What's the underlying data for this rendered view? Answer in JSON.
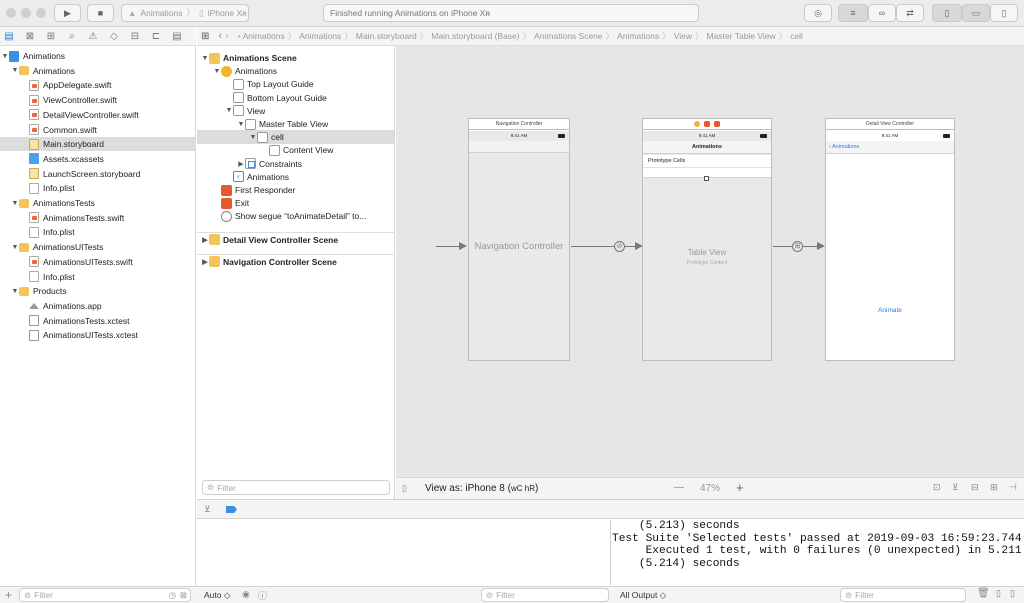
{
  "toolbar": {
    "scheme_target": "Animations",
    "scheme_device": "iPhone Xʀ",
    "status_text": "Finished running Animations on iPhone Xʀ",
    "run_icon": "play-icon",
    "stop_icon": "stop-icon"
  },
  "jumpbar": {
    "items": [
      "Animations",
      "Animations",
      "Main.storyboard",
      "Main.storyboard (Base)",
      "Animations Scene",
      "Animations",
      "View",
      "Master Table View",
      "cell"
    ]
  },
  "navigator": {
    "rows": [
      {
        "label": "Animations",
        "icon": "project",
        "disc": "▼",
        "indent": 0
      },
      {
        "label": "Animations",
        "icon": "folder",
        "disc": "▼",
        "indent": 1
      },
      {
        "label": "AppDelegate.swift",
        "icon": "swift",
        "disc": "",
        "indent": 2
      },
      {
        "label": "ViewController.swift",
        "icon": "swift",
        "disc": "",
        "indent": 2
      },
      {
        "label": "DetailViewController.swift",
        "icon": "swift",
        "disc": "",
        "indent": 2
      },
      {
        "label": "Common.swift",
        "icon": "swift",
        "disc": "",
        "indent": 2
      },
      {
        "label": "Main.storyboard",
        "icon": "storyboard",
        "disc": "",
        "indent": 2
      },
      {
        "label": "Assets.xcassets",
        "icon": "assets",
        "disc": "",
        "indent": 2
      },
      {
        "label": "LaunchScreen.storyboard",
        "icon": "storyboard",
        "disc": "",
        "indent": 2
      },
      {
        "label": "Info.plist",
        "icon": "plist",
        "disc": "",
        "indent": 2
      },
      {
        "label": "AnimationsTests",
        "icon": "folder",
        "disc": "▼",
        "indent": 1
      },
      {
        "label": "AnimationsTests.swift",
        "icon": "swift",
        "disc": "",
        "indent": 2
      },
      {
        "label": "Info.plist",
        "icon": "plist",
        "disc": "",
        "indent": 2
      },
      {
        "label": "AnimationsUITests",
        "icon": "folder",
        "disc": "▼",
        "indent": 1
      },
      {
        "label": "AnimationsUITests.swift",
        "icon": "swift",
        "disc": "",
        "indent": 2
      },
      {
        "label": "Info.plist",
        "icon": "plist",
        "disc": "",
        "indent": 2
      },
      {
        "label": "Products",
        "icon": "folder",
        "disc": "▼",
        "indent": 1
      },
      {
        "label": "Animations.app",
        "icon": "app",
        "disc": "",
        "indent": 2
      },
      {
        "label": "AnimationsTests.xctest",
        "icon": "test",
        "disc": "",
        "indent": 2
      },
      {
        "label": "AnimationsUITests.xctest",
        "icon": "test",
        "disc": "",
        "indent": 2
      }
    ],
    "selected_label": "Main.storyboard",
    "filter_placeholder": "Filter"
  },
  "outline": {
    "rows": [
      {
        "label": "Animations Scene",
        "icon": "scene",
        "disc": "▼",
        "indent": 0,
        "bold": true
      },
      {
        "label": "Animations",
        "icon": "vc",
        "disc": "▼",
        "indent": 1
      },
      {
        "label": "Top Layout Guide",
        "icon": "box",
        "disc": "",
        "indent": 2
      },
      {
        "label": "Bottom Layout Guide",
        "icon": "box",
        "disc": "",
        "indent": 2
      },
      {
        "label": "View",
        "icon": "box",
        "disc": "▼",
        "indent": 2
      },
      {
        "label": "Master Table View",
        "icon": "box",
        "disc": "▼",
        "indent": 3
      },
      {
        "label": "cell",
        "icon": "box",
        "disc": "▼",
        "indent": 4
      },
      {
        "label": "Content View",
        "icon": "box",
        "disc": "",
        "indent": 5
      },
      {
        "label": "Constraints",
        "icon": "constraints",
        "disc": "▶",
        "indent": 3
      },
      {
        "label": "Animations",
        "icon": "navitem",
        "disc": "",
        "indent": 2
      },
      {
        "label": "First Responder",
        "icon": "red",
        "disc": "",
        "indent": 1
      },
      {
        "label": "Exit",
        "icon": "red",
        "disc": "",
        "indent": 1
      },
      {
        "label": "Show segue “toAnimateDetail” to...",
        "icon": "segue",
        "disc": "",
        "indent": 1
      }
    ],
    "selected_label": "cell",
    "scenes": [
      {
        "label": "Detail View Controller Scene",
        "disc": "▶"
      },
      {
        "label": "Navigation Controller Scene",
        "disc": "▶"
      }
    ],
    "filter_placeholder": "Filter"
  },
  "canvas": {
    "nav_controller": {
      "title": "Navigation Controller",
      "time": "9:41 AM",
      "center_label": "Navigation Controller"
    },
    "master": {
      "time": "9:41 AM",
      "nav_title": "Animations",
      "section": "Prototype Cells",
      "center_label": "Table View",
      "center_sub": "Prototype Content"
    },
    "detail": {
      "title": "Detail View Controller",
      "time": "9:41 AM",
      "back_label": "Animations",
      "button_label": "Animate"
    }
  },
  "canvas_bar": {
    "view_as": "View as: iPhone 8 (",
    "view_as_sizes": "wC hR",
    "view_as_close": ")",
    "zoom": "47%",
    "zoom_out": "—",
    "zoom_in": "+"
  },
  "debug": {
    "auto_label": "Auto ◇",
    "output_label": "All Output ◇",
    "filter_placeholder": "Filter"
  },
  "console": {
    "lines": [
      "    (5.213) seconds",
      "Test Suite 'Selected tests' passed at 2019-09-03 16:59:23.744.",
      "     Executed 1 test, with 0 failures (0 unexpected) in 5.211",
      "    (5.214) seconds"
    ]
  },
  "footer": {
    "add_label": "+",
    "filter_placeholder": "Filter"
  }
}
